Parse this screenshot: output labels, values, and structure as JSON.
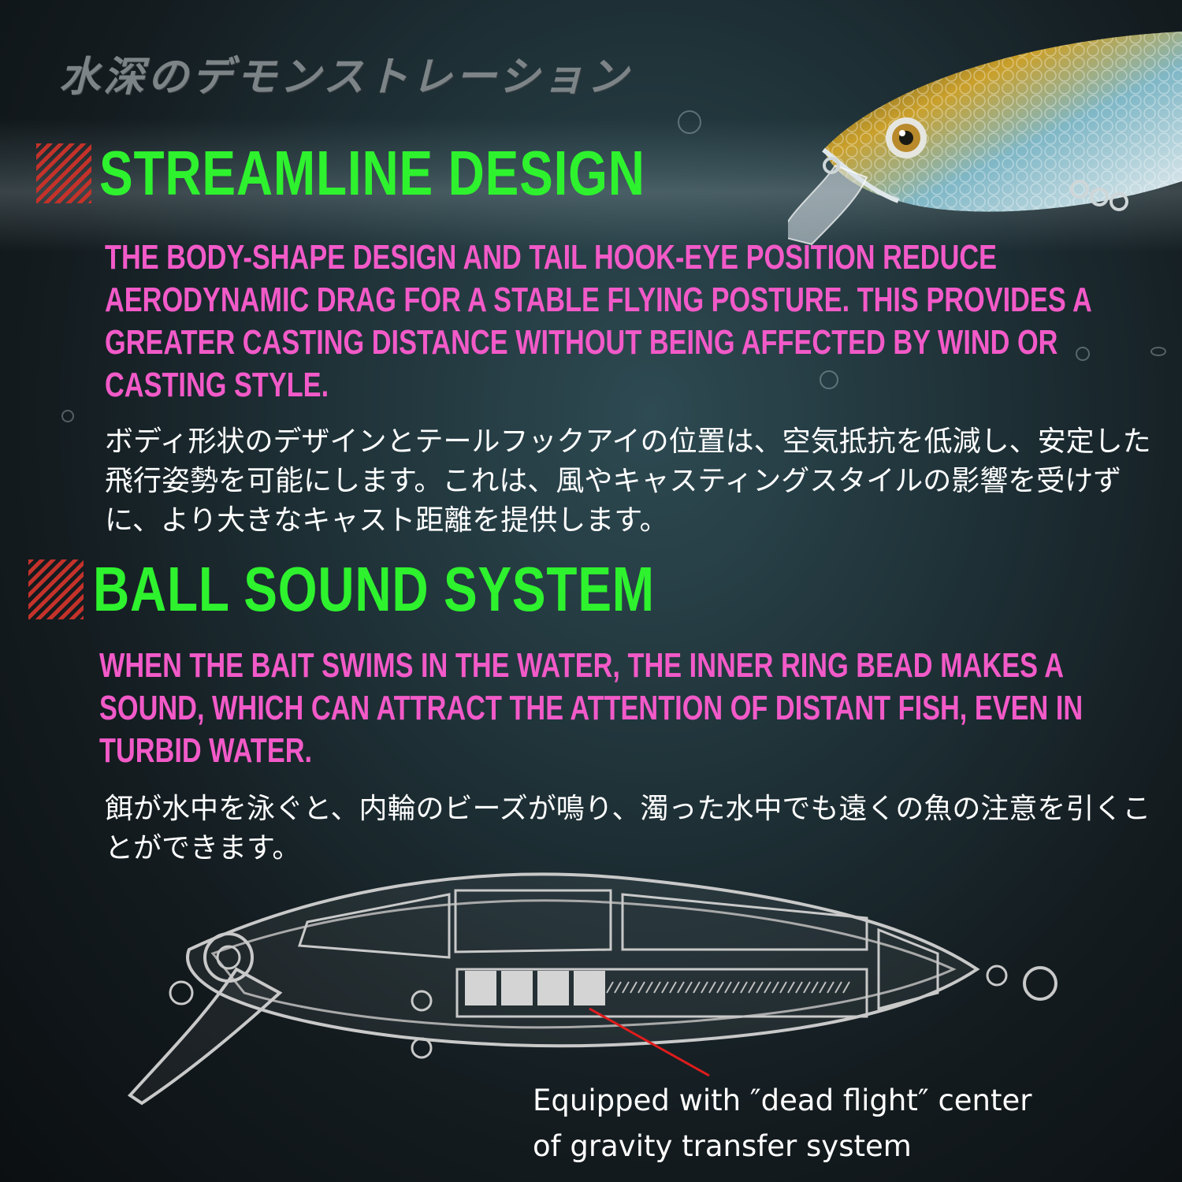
{
  "top_title": "水深のデモンストレーション",
  "sections": [
    {
      "heading": "STREAMLINE DESIGN",
      "english": "THE BODY-SHAPE DESIGN AND TAIL HOOK-EYE POSITION REDUCE AERODYNAMIC DRAG FOR A STABLE FLYING POSTURE. THIS PROVIDES A GREATER CASTING DISTANCE WITHOUT BEING AFFECTED BY WIND OR CASTING STYLE.",
      "japanese": "ボディ形状のデザインとテールフックアイの位置は、空気抵抗を低減し、安定した飛行姿勢を可能にします。これは、風やキャスティングスタイルの影響を受けずに、より大きなキャスト距離を提供します。"
    },
    {
      "heading": "BALL SOUND SYSTEM",
      "english": "WHEN THE BAIT SWIMS IN THE WATER, THE INNER RING BEAD MAKES A SOUND, WHICH CAN ATTRACT THE ATTENTION OF DISTANT FISH, EVEN IN TURBID WATER.",
      "japanese": "餌が水中を泳ぐと、内輪のビーズが鳴り、濁った水中でも遠くの魚の注意を引くことができます。"
    }
  ],
  "diagram": {
    "caption_line1": "Equipped with ″dead flight″ center",
    "caption_line2": "of gravity transfer system"
  },
  "colors": {
    "heading": "#2ef22e",
    "english_text": "#f25ac8",
    "japanese_text": "#ffffff",
    "hatch": "#c4322a",
    "pointer_line": "#e01c1c"
  },
  "icons": [
    "hatch-mark-icon",
    "fishing-lure-photo",
    "fishing-lure-diagram"
  ]
}
